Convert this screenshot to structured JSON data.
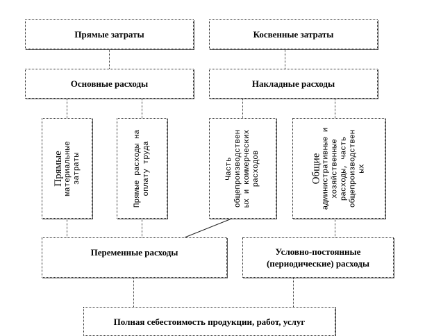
{
  "top": {
    "direct": "Прямые  затраты",
    "indirect": "Косвенные затраты"
  },
  "second": {
    "basic": "Основные  расходы",
    "overhead": "Накладные  расходы"
  },
  "vertical": [
    {
      "lines": [
        "Прямые",
        "материальные",
        "затраты"
      ]
    },
    {
      "lines": [
        "Прямые расходы на",
        "оплату труда"
      ]
    },
    {
      "lines": [
        "Часть",
        "общепроизводствен",
        "ых и коммерческих",
        "расходов"
      ]
    },
    {
      "lines": [
        "Общие",
        "административные и",
        "хозяйственные",
        "расходы, часть",
        "общепроизводствен",
        "ых"
      ]
    }
  ],
  "third": {
    "variable": "Переменные расходы",
    "fixed_line1": "Условно-постоянные",
    "fixed_line2": "(периодические) расходы"
  },
  "bottom": {
    "total": "Полная  себестоимость продукции, работ, услуг"
  }
}
